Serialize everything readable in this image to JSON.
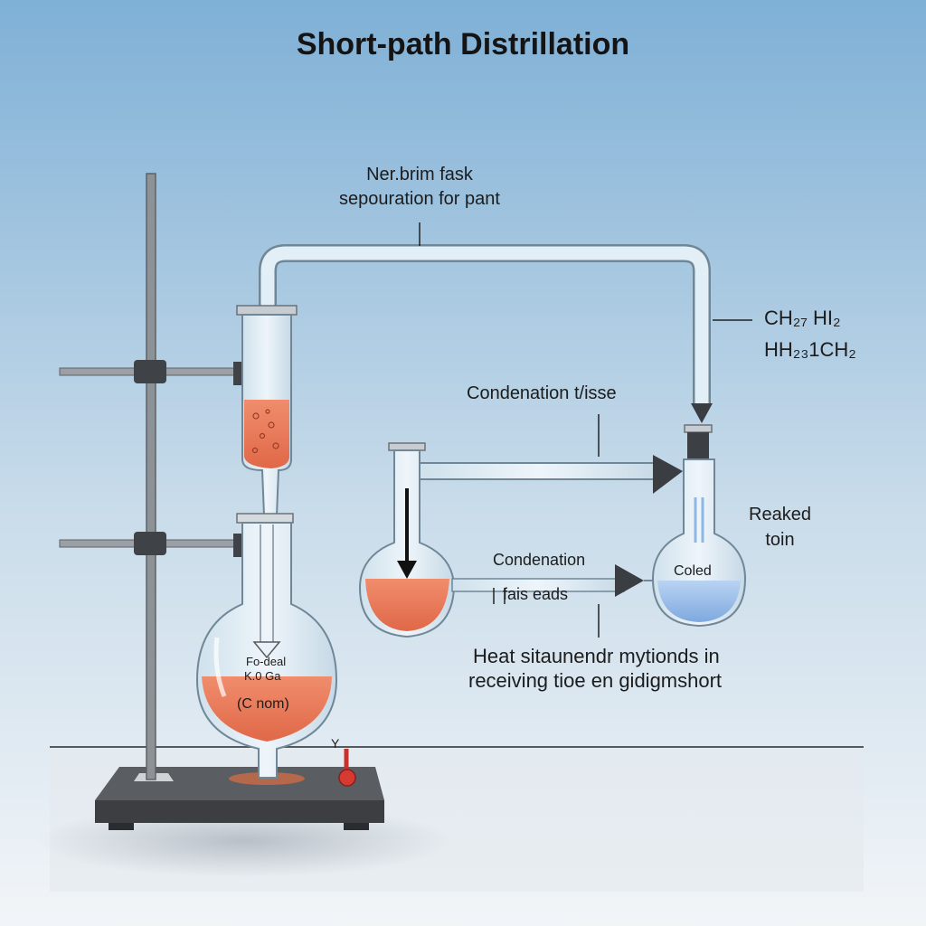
{
  "diagram": {
    "title": "Short-path Distrillation",
    "labels": {
      "top_line1": "Ner.brim fask",
      "top_line2": "sepouration for  pant",
      "formula_line1": "CH₂₇ HI₂",
      "formula_line2": "HH₂₃1CH₂",
      "condensation_top": "Condenation t/isse",
      "reaked_line1": "Reaked",
      "reaked_line2": "toin",
      "condensation_mid": "Condenation",
      "fais_eads": "fais eads",
      "coled": "Coled",
      "bottom_line1": "Heat sitaunendr mytionds  in",
      "bottom_line2": "receiving tioe en gidigmshort",
      "flask_line1": "Fo-deal",
      "flask_line2": "K.0 Ga",
      "flask_line3": "(C nom)",
      "thermo_mark": "Y"
    },
    "colors": {
      "background_top": "#7fb0d6",
      "background_bottom": "#f2f5f8",
      "liquid_orange": "#e9795a",
      "liquid_blue": "#8fb7e6",
      "glass": "#dbe9f1",
      "metal": "#8d9297",
      "hotplate": "#4a4c50"
    }
  }
}
